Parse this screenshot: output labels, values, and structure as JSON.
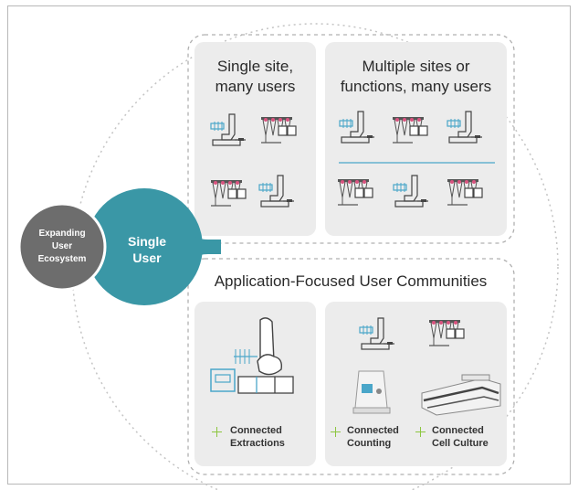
{
  "circles": {
    "ecosystem": [
      "Expanding",
      "User",
      "Ecosystem"
    ],
    "single_user": [
      "Single",
      "User"
    ]
  },
  "panels": {
    "single_site": {
      "title": [
        "Single site,",
        "many users"
      ]
    },
    "multi_site": {
      "title": [
        "Multiple sites or",
        "functions, many users"
      ]
    },
    "communities": {
      "title": "Application-Focused User Communities"
    }
  },
  "legend": {
    "extractions": [
      "Connected",
      "Extractions"
    ],
    "counting": [
      "Connected",
      "Counting"
    ],
    "cell_culture": [
      "Connected",
      "Cell Culture"
    ]
  },
  "colors": {
    "teal": "#3a97a6",
    "ecosystem_gray": "#6d6d6d",
    "panel_bg": "#ececec",
    "pipette_tip": "#d9537f",
    "accent_blue": "#4aa6c9",
    "cross_green": "#8cc63f"
  }
}
